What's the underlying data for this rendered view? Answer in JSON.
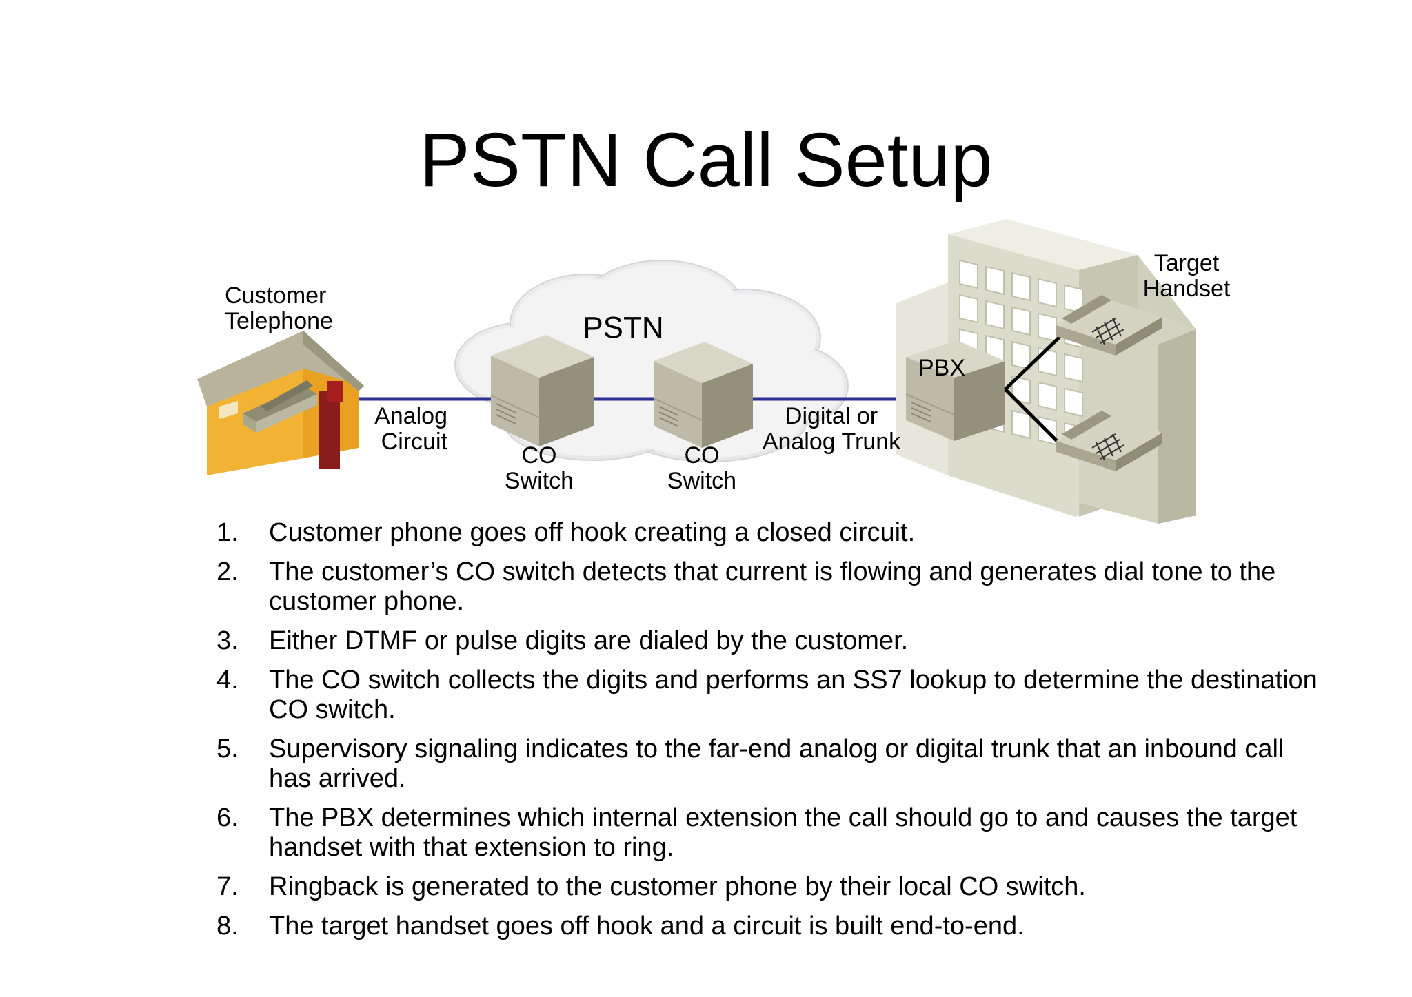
{
  "title": "PSTN Call Setup",
  "diagram": {
    "customer_telephone": [
      "Customer",
      "Telephone"
    ],
    "pstn": "PSTN",
    "analog_circuit": [
      "Analog",
      "Circuit"
    ],
    "co_switch_1": [
      "CO",
      "Switch"
    ],
    "co_switch_2": [
      "CO",
      "Switch"
    ],
    "trunk": [
      "Digital or",
      "Analog Trunk"
    ],
    "pbx": "PBX",
    "target_handset": [
      "Target",
      "Handset"
    ]
  },
  "steps": [
    {
      "num": "1.",
      "text": "Customer phone goes off hook creating a closed circuit."
    },
    {
      "num": "2.",
      "text": "The customer’s CO switch detects that current is flowing and generates dial tone to the customer phone."
    },
    {
      "num": "3.",
      "text": "Either DTMF or pulse digits are dialed by the customer."
    },
    {
      "num": "4.",
      "text": "The CO switch collects the digits and performs an SS7 lookup to determine the destination CO switch."
    },
    {
      "num": "5.",
      "text": "Supervisory signaling indicates to the far-end analog or digital trunk that an inbound call has arrived."
    },
    {
      "num": "6.",
      "text": "The PBX determines which internal extension the call should go to and causes the target handset with that extension to ring."
    },
    {
      "num": "7.",
      "text": "Ringback is generated to the customer phone by their local CO switch."
    },
    {
      "num": "8.",
      "text": "The target handset goes off hook and a circuit is built end-to-end."
    }
  ]
}
